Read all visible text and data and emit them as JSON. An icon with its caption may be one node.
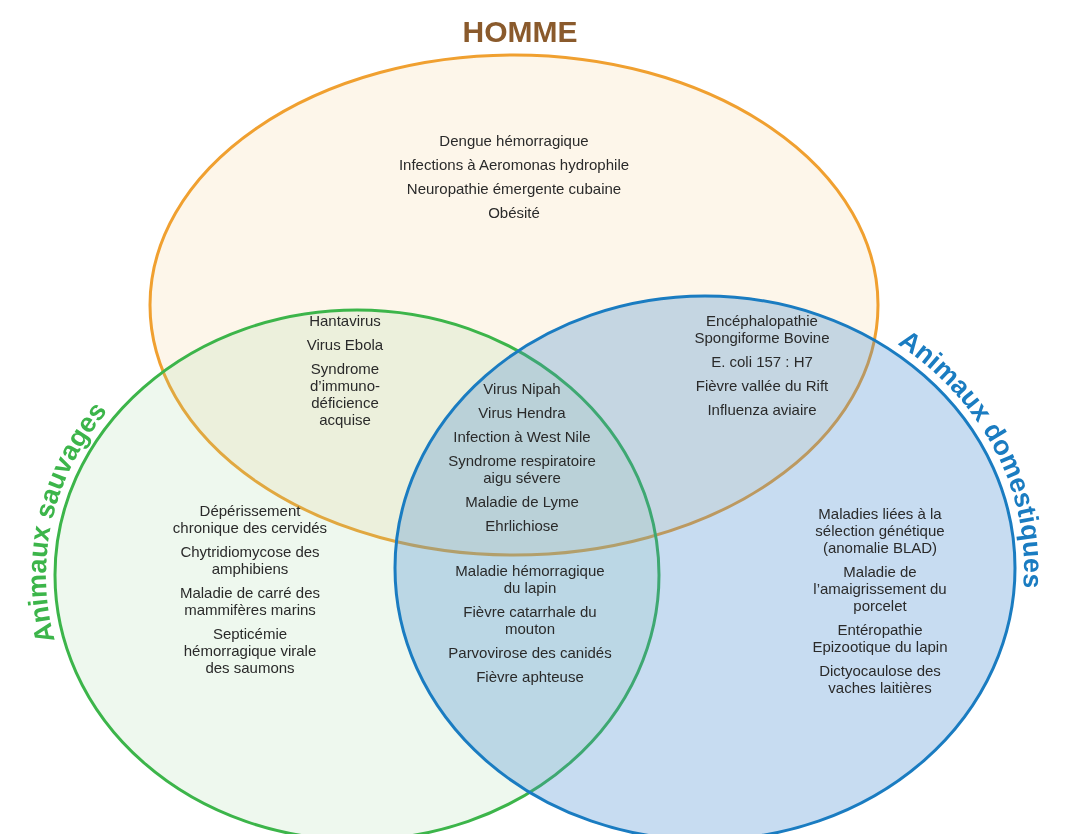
{
  "diagram": {
    "nodes": [
      {
        "text": [
          "HOMME"
        ]
      },
      {
        "text": [
          "Animaux sauvages"
        ]
      },
      {
        "text": [
          "Animaux domestiques"
        ]
      }
    ],
    "labels": [
      "Dengue hémorragique",
      "Infections à Aeromonas hydrophile",
      "Neuropathie émergente cubaine",
      "Obésité",
      "Hantavirus",
      "Virus Ebola",
      "Syndrome d’immuno-déficience acquise",
      "Encéphalopathie Spongiforme Bovine",
      "E. coli 157 : H7",
      "Fièvre vallée du Rift",
      "Influenza aviaire",
      "Virus Nipah",
      "Virus Hendra",
      "Infection à West Nile",
      "Syndrome respiratoire aigu sévere",
      "Maladie de Lyme",
      "Ehrlichiose",
      "Dépérissement chronique des cervidés",
      "Chytridiomycose des amphibiens",
      "Maladie de carré des mammifères marins",
      "Septicémie hémorragique virale des saumons",
      "Maladie hémorragique du lapin",
      "Fièvre catarrhale du mouton",
      "Parvovirose des canidés",
      "Fièvre aphteuse",
      "Maladies liées à la sélection génétique (anomalie BLAD)",
      "Maladie de l’amaigrissement du porcelet",
      "Entéropathie Epizootique du lapin",
      "Dictyocaulose des vaches laitières"
    ]
  }
}
